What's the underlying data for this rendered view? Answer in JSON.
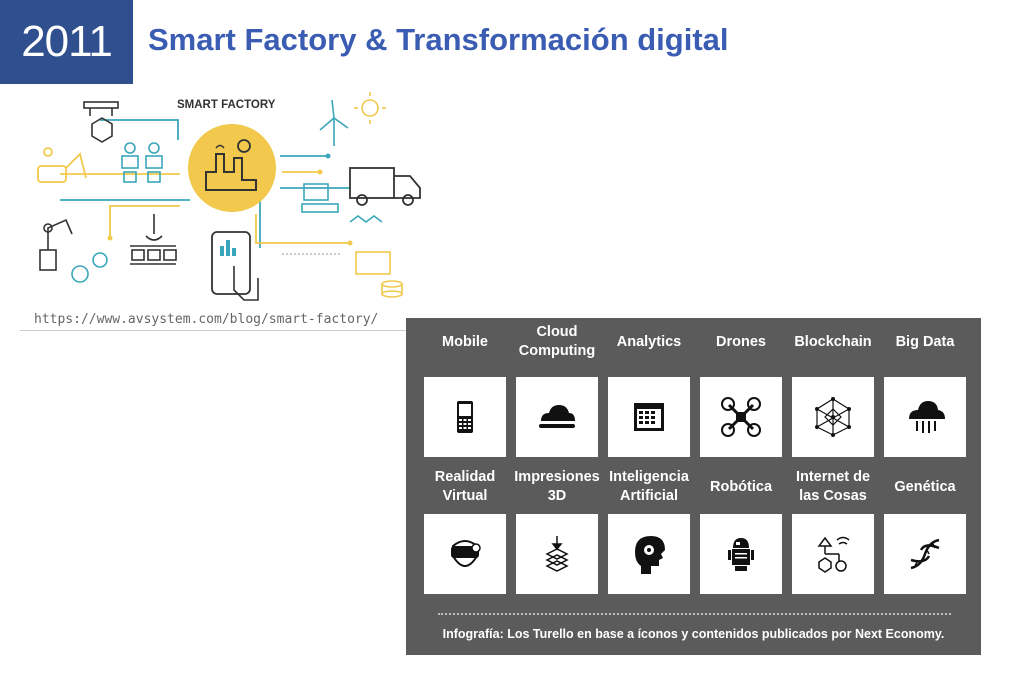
{
  "header": {
    "year": "2011",
    "title": "Smart Factory & Transformación digital"
  },
  "smart_factory": {
    "label": "SMART FACTORY",
    "source": "https://www.avsystem.com/blog/smart-factory/"
  },
  "infographic": {
    "row1": [
      {
        "label": "Mobile",
        "icon": "mobile-icon"
      },
      {
        "label": "Cloud Computing",
        "icon": "cloud-icon"
      },
      {
        "label": "Analytics",
        "icon": "analytics-icon"
      },
      {
        "label": "Drones",
        "icon": "drone-icon"
      },
      {
        "label": "Blockchain",
        "icon": "blockchain-icon"
      },
      {
        "label": "Big Data",
        "icon": "big-data-icon"
      }
    ],
    "row2": [
      {
        "label": "Realidad Virtual",
        "icon": "vr-headset-icon"
      },
      {
        "label": "Impresiones 3D",
        "icon": "3d-printer-icon"
      },
      {
        "label": "Inteligencia Artificial",
        "icon": "ai-head-icon"
      },
      {
        "label": "Robótica",
        "icon": "robot-icon"
      },
      {
        "label": "Internet de las Cosas",
        "icon": "iot-icon"
      },
      {
        "label": "Genética",
        "icon": "dna-icon"
      }
    ],
    "credit": "Infografía: Los Turello en base a íconos y contenidos publicados por Next Economy."
  },
  "colors": {
    "year_bg": "#2f4f8f",
    "title": "#3a5cb3",
    "panel_bg": "#5b5b5b",
    "accent_yellow": "#f2c94c",
    "accent_teal": "#3aa6b9"
  }
}
